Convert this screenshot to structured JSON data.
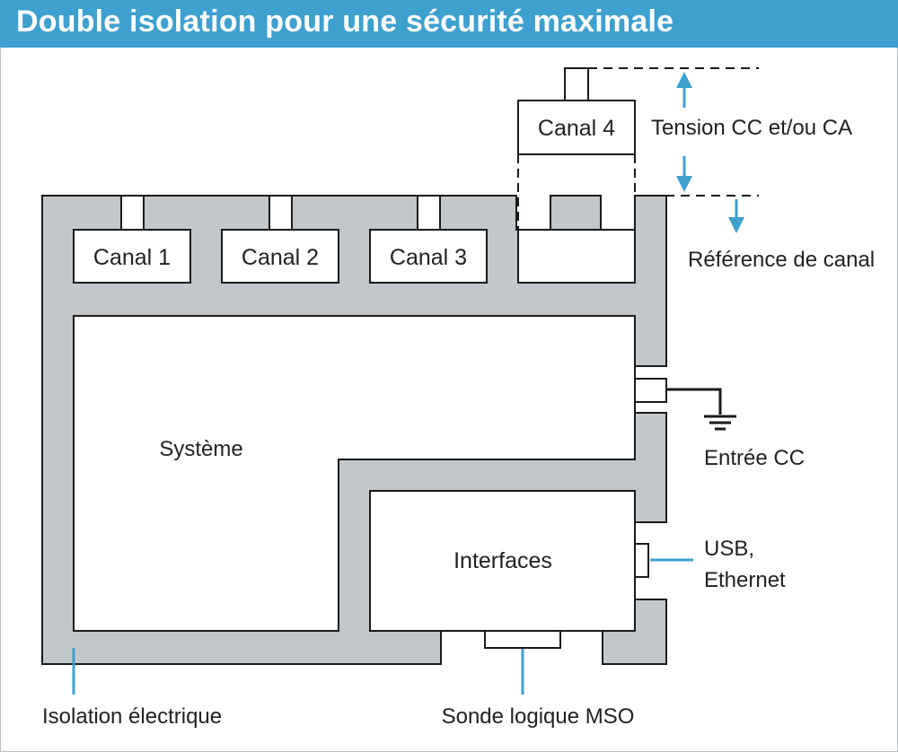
{
  "title": "Double isolation pour une sécurité maximale",
  "colors": {
    "accent": "#3ea0cf",
    "insulation": "#c1c7cb",
    "outline": "#1a1a1a",
    "text": "#222222"
  },
  "blocks": {
    "channel1": "Canal 1",
    "channel2": "Canal 2",
    "channel3": "Canal 3",
    "channel4": "Canal 4",
    "system": "Système",
    "interfaces": "Interfaces"
  },
  "labels": {
    "voltage": "Tension CC et/ou CA",
    "channel_reference": "Référence de canal",
    "dc_input": "Entrée CC",
    "usb_line1": "USB,",
    "usb_line2": "Ethernet",
    "insulation": "Isolation électrique",
    "mso_probe": "Sonde logique MSO"
  }
}
